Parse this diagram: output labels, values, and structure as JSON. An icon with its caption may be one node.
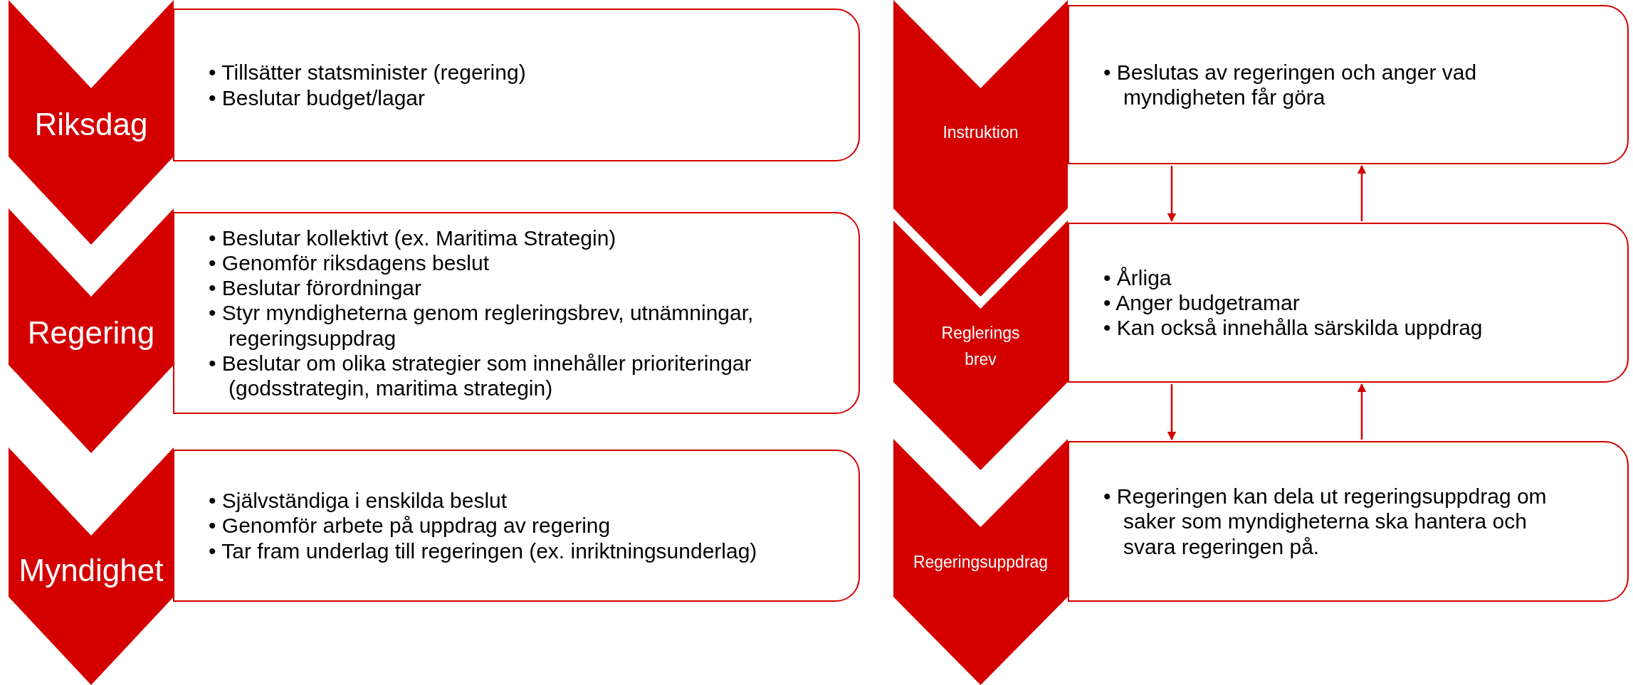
{
  "diagram": {
    "nodes": [
      {
        "text": [
          "Riksdag"
        ]
      },
      {
        "text": [
          "• Tillsätter statsminister (regering)",
          "• Beslutar budget/lagar"
        ]
      },
      {
        "text": [
          "Regering"
        ]
      },
      {
        "text": [
          "• Beslutar kollektivt (ex. Maritima Strategin)",
          "• Genomför riksdagens beslut",
          "• Beslutar förordningar",
          "• Styr myndigheterna genom regleringsbrev, utnämningar, regeringsuppdrag",
          "• Beslutar om olika strategier som innehåller prioriteringar (godsstrategin, maritima strategin)"
        ]
      },
      {
        "text": [
          "Myndighet"
        ]
      },
      {
        "text": [
          "• Självständiga i enskilda beslut",
          "• Genomför arbete på uppdrag av regering",
          "• Tar fram underlag till regeringen (ex. inriktningsunderlag)"
        ]
      },
      {
        "text": [
          "Instruktion"
        ]
      },
      {
        "text": [
          "• Beslutas av regeringen och anger vad myndigheten får göra"
        ]
      },
      {
        "text": [
          "Reglerings brev"
        ]
      },
      {
        "text": [
          "• Årliga",
          "• Anger budgetramar",
          "• Kan också innehålla särskilda uppdrag"
        ]
      },
      {
        "text": [
          "Regeringsuppdrag"
        ]
      },
      {
        "text": [
          "• Regeringen kan dela ut regeringsuppdrag om saker som myndigheterna ska hantera och svara regeringen på."
        ]
      }
    ],
    "edges": [
      {
        "from": 7,
        "to": 9,
        "arrow": "to"
      },
      {
        "from": 9,
        "to": 7,
        "arrow": "to"
      },
      {
        "from": 9,
        "to": 11,
        "arrow": "to"
      },
      {
        "from": 11,
        "to": 9,
        "arrow": "to"
      }
    ]
  }
}
